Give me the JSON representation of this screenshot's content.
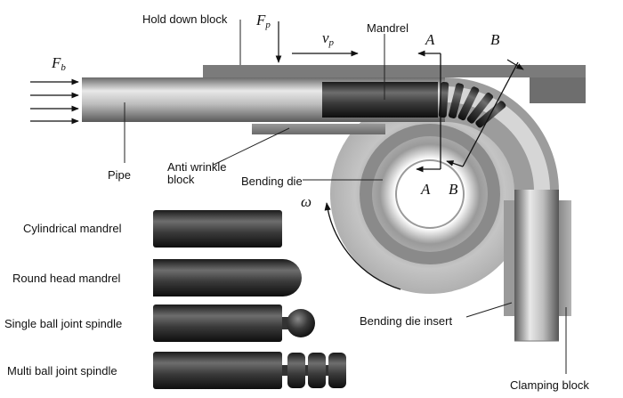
{
  "labels": {
    "hold_down_block": "Hold down block",
    "mandrel": "Mandrel",
    "pipe": "Pipe",
    "anti_wrinkle_block": "Anti wrinkle\nblock",
    "bending_die": "Bending die",
    "bending_die_insert": "Bending die insert",
    "clamping_block": "Clamping block"
  },
  "symbols": {
    "fb": {
      "main": "F",
      "sub": "b"
    },
    "fp": {
      "main": "F",
      "sub": "p"
    },
    "vp": {
      "main": "v",
      "sub": "p"
    },
    "omega": "ω",
    "section_a_top": "A",
    "section_b_top": "B",
    "section_a_bottom": "A",
    "section_b_bottom": "B"
  },
  "mandrel_types": [
    {
      "label": "Cylindrical mandrel",
      "shape": "cylindrical"
    },
    {
      "label": "Round head mandrel",
      "shape": "round-head"
    },
    {
      "label": "Single ball joint spindle",
      "shape": "single-ball"
    },
    {
      "label": "Multi ball joint spindle",
      "shape": "multi-ball"
    }
  ]
}
